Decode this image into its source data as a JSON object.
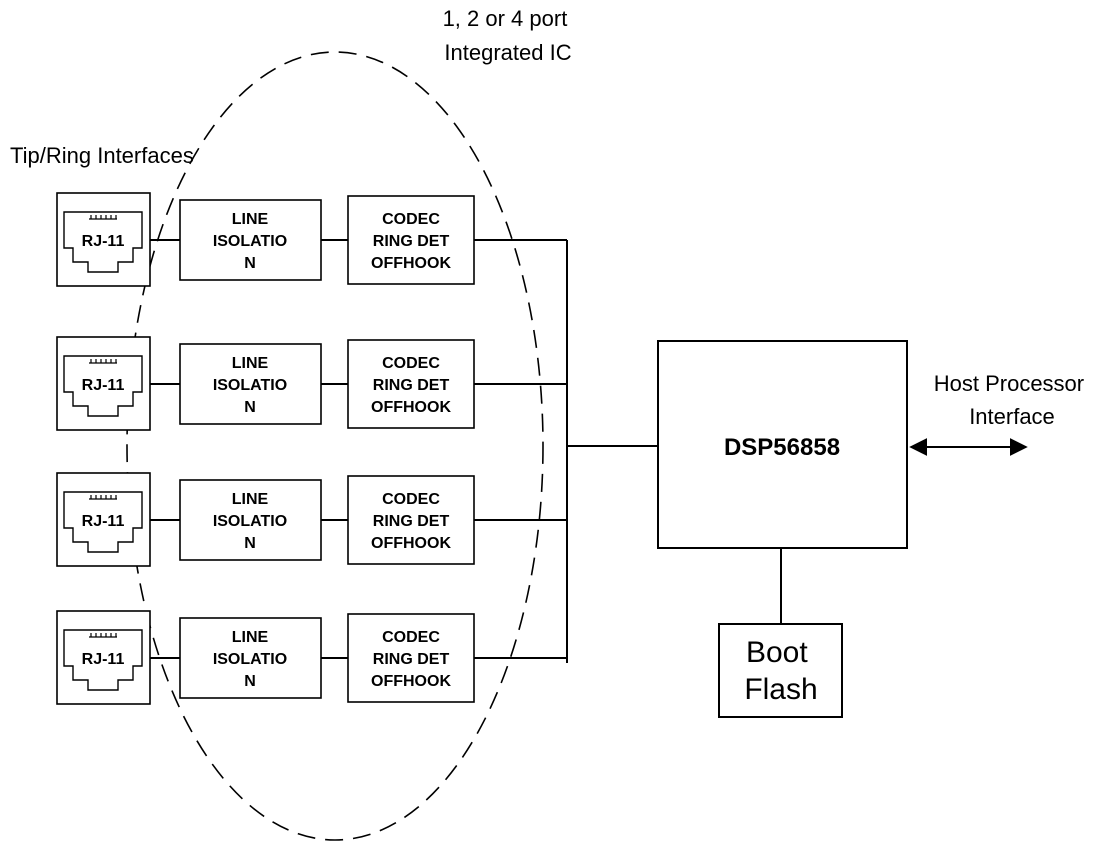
{
  "labels": {
    "integrated_ic": [
      "1, 2 or 4 port",
      "Integrated IC"
    ],
    "tip_ring": "Tip/Ring Interfaces",
    "host_processor": [
      "Host Processor",
      "Interface"
    ]
  },
  "ports": [
    {
      "jack": "RJ-11",
      "isolation": [
        "LINE",
        "ISOLATIO",
        "N"
      ],
      "codec": [
        "CODEC",
        "RING DET",
        "OFFHOOK"
      ]
    },
    {
      "jack": "RJ-11",
      "isolation": [
        "LINE",
        "ISOLATIO",
        "N"
      ],
      "codec": [
        "CODEC",
        "RING DET",
        "OFFHOOK"
      ]
    },
    {
      "jack": "RJ-11",
      "isolation": [
        "LINE",
        "ISOLATIO",
        "N"
      ],
      "codec": [
        "CODEC",
        "RING DET",
        "OFFHOOK"
      ]
    },
    {
      "jack": "RJ-11",
      "isolation": [
        "LINE",
        "ISOLATIO",
        "N"
      ],
      "codec": [
        "CODEC",
        "RING DET",
        "OFFHOOK"
      ]
    }
  ],
  "dsp": {
    "label": "DSP56858"
  },
  "boot_flash": {
    "label": [
      "Boot",
      "Flash"
    ]
  }
}
